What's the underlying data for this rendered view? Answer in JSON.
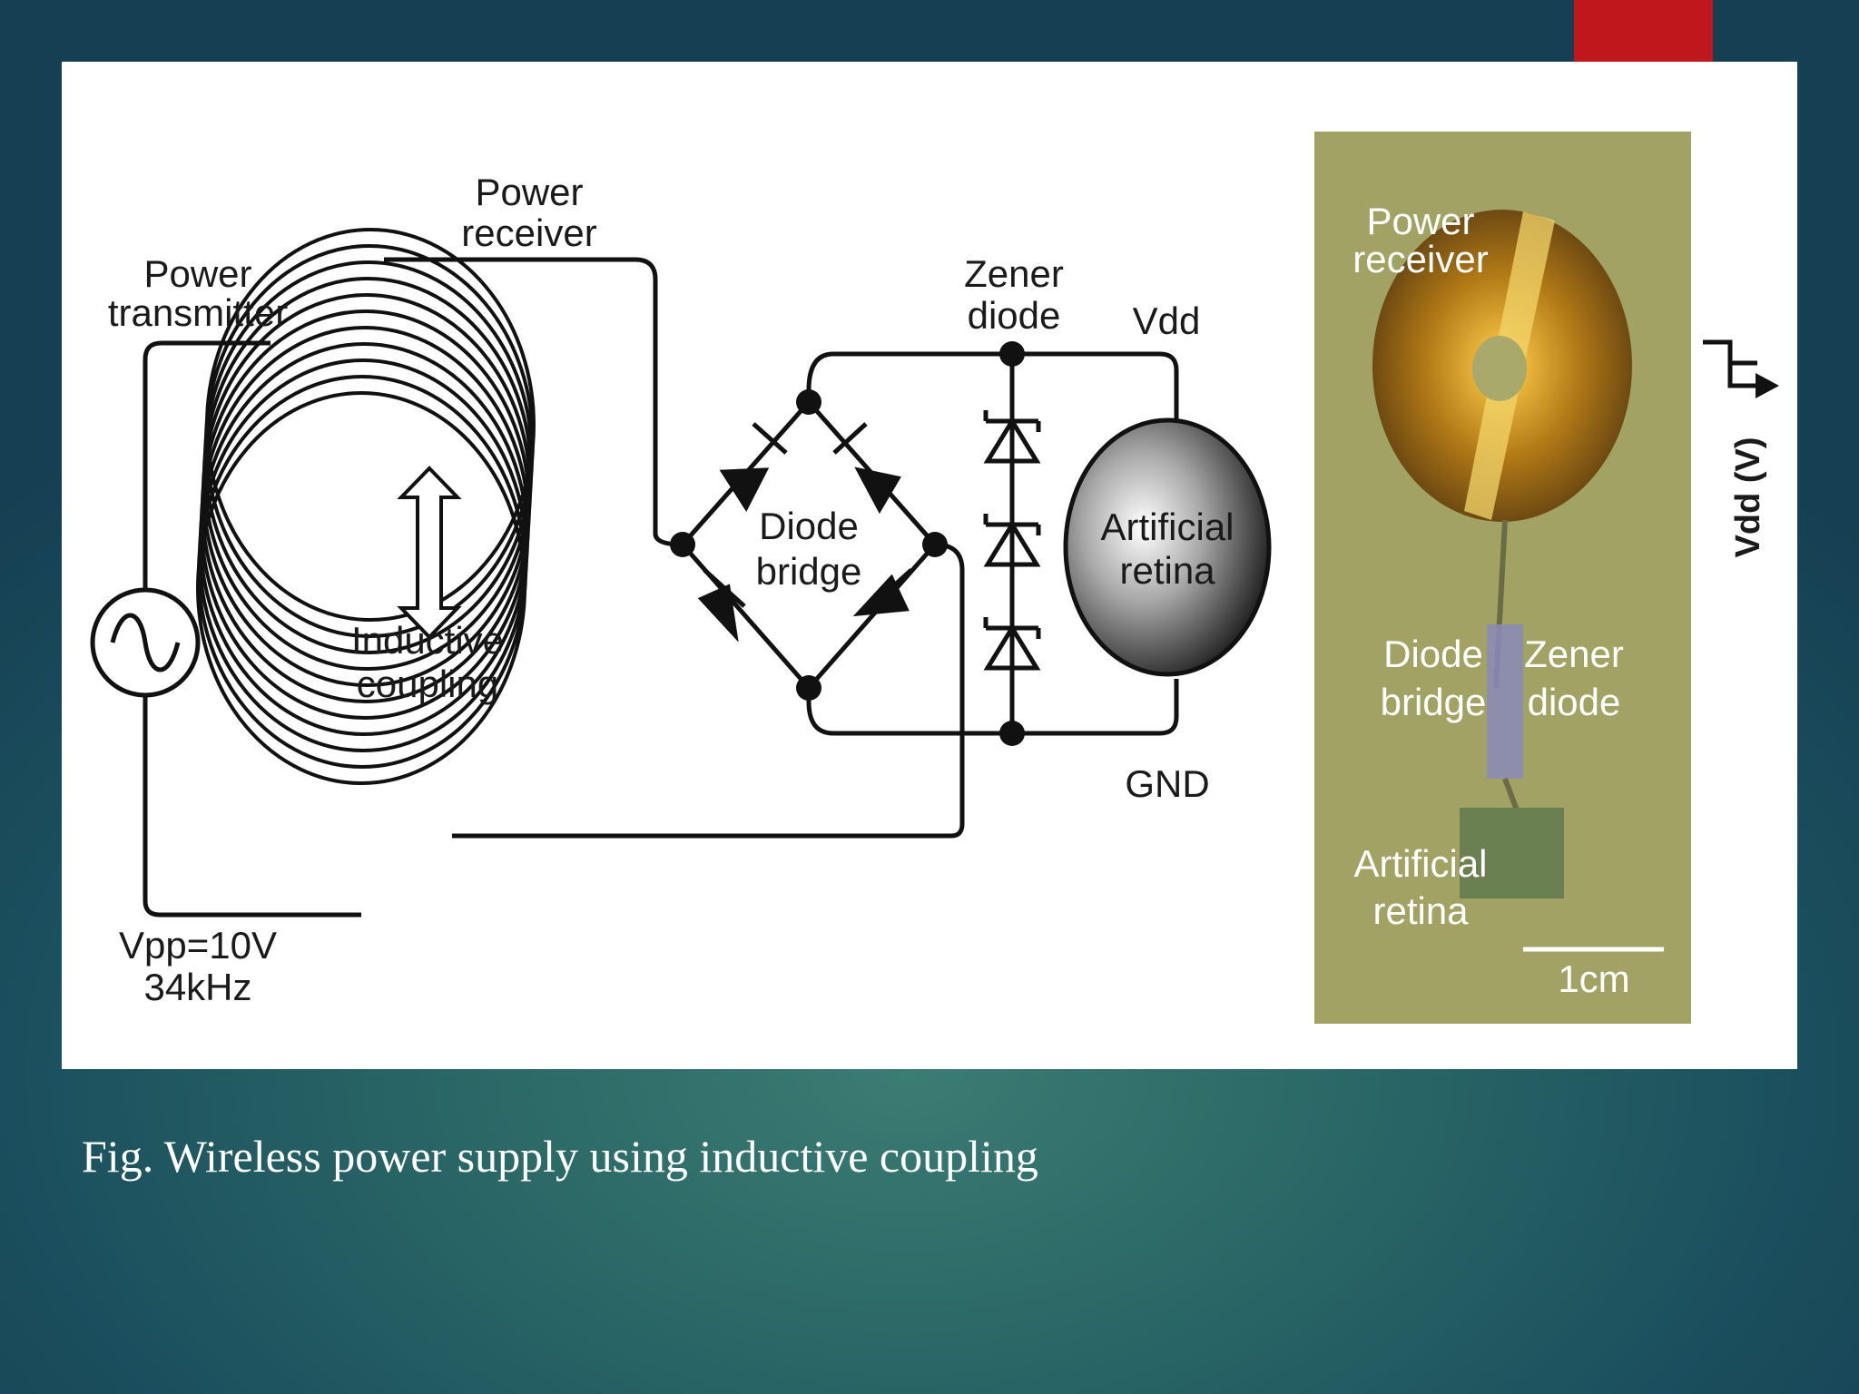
{
  "diagram": {
    "labels": {
      "power_transmitter": [
        "Power",
        "transmitter"
      ],
      "power_receiver": [
        "Power",
        "receiver"
      ],
      "inductive_coupling": [
        "Inductive",
        "coupling"
      ],
      "diode_bridge": [
        "Diode",
        "bridge"
      ],
      "zener_diode": [
        "Zener",
        "diode"
      ],
      "vdd": "Vdd",
      "gnd": "GND",
      "artificial_retina": [
        "Artificial",
        "retina"
      ],
      "source": [
        "Vpp=10V",
        "34kHz"
      ]
    },
    "photo": {
      "power_receiver": [
        "Power",
        "receiver"
      ],
      "diode_bridge": [
        "Diode",
        "bridge"
      ],
      "zener_diode": [
        "Zener",
        "diode"
      ],
      "artificial_retina": [
        "Artificial",
        "retina"
      ],
      "scale": "1cm"
    },
    "side_axis_label": "Vdd (V)"
  },
  "caption": "Fig. Wireless power supply using inductive coupling",
  "colors": {
    "accent": "#c0171d",
    "photo_background": "#a8a96a",
    "coil_copper": "#c8901e"
  }
}
